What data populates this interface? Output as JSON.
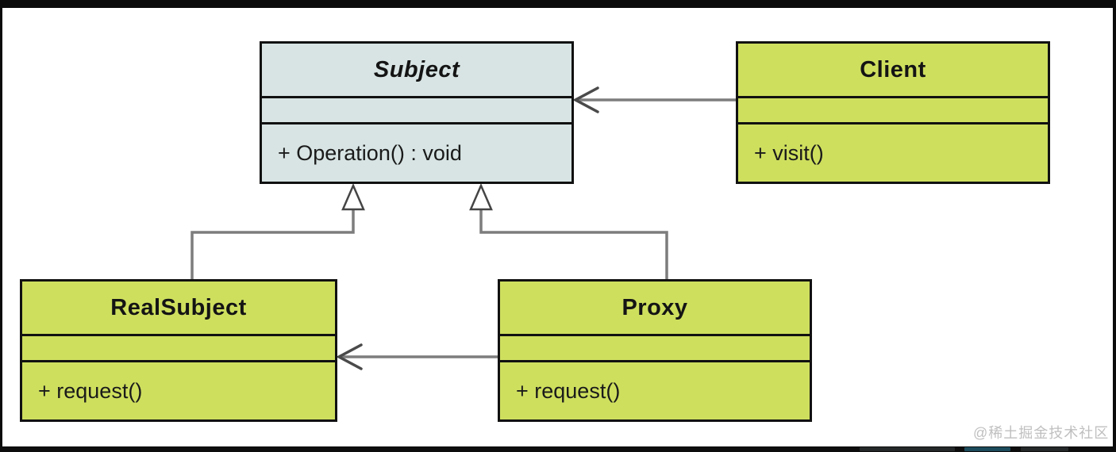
{
  "page": {
    "watermark": "@稀土掘金技术社区"
  },
  "diagram": {
    "type": "uml-class-diagram",
    "pattern": "Proxy",
    "classes": [
      {
        "name": "Subject",
        "abstract": true,
        "attributes": [],
        "methods": [
          "+ Operation() : void"
        ],
        "fill": "#d7e4e3"
      },
      {
        "name": "Client",
        "abstract": false,
        "attributes": [],
        "methods": [
          "+ visit()"
        ],
        "fill": "#cedf5e"
      },
      {
        "name": "RealSubject",
        "abstract": false,
        "attributes": [],
        "methods": [
          "+ request()"
        ],
        "fill": "#cedf5e"
      },
      {
        "name": "Proxy",
        "abstract": false,
        "attributes": [],
        "methods": [
          "+ request()"
        ],
        "fill": "#cedf5e"
      }
    ],
    "relations": [
      {
        "from": "Client",
        "to": "Subject",
        "type": "association",
        "arrow": "open"
      },
      {
        "from": "RealSubject",
        "to": "Subject",
        "type": "generalization",
        "arrow": "hollow-triangle"
      },
      {
        "from": "Proxy",
        "to": "Subject",
        "type": "generalization",
        "arrow": "hollow-triangle"
      },
      {
        "from": "Proxy",
        "to": "RealSubject",
        "type": "association",
        "arrow": "open"
      }
    ],
    "colors": {
      "abstract_fill": "#d7e4e3",
      "concrete_fill": "#cedf5e",
      "box_border": "#111111",
      "connector_line": "#7d7d7d",
      "arrowhead": "#4a4a4a",
      "background": "#ffffff",
      "frame_bar": "#0b0b0b",
      "watermark_text": "#bfbfbf"
    }
  }
}
